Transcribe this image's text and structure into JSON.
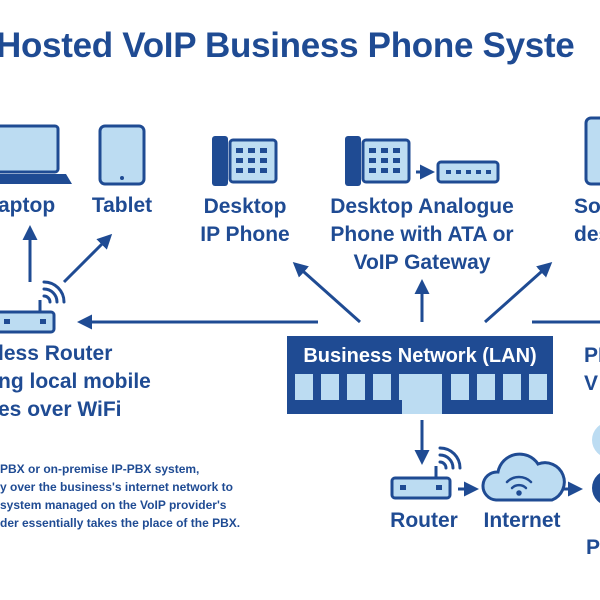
{
  "title": "Hosted VoIP Business Phone Syste",
  "labels": {
    "laptop": "aptop",
    "tablet": "Tablet",
    "desktop_ip_phone": "Desktop\nIP Phone",
    "analogue_phone": "Desktop Analogue\nPhone with ATA or\nVoIP Gateway",
    "softphone_partial": "So\ndesk",
    "wireless_router": "less Router\nng local mobile\nes over WiFi",
    "business_network": "Business Network (LAN)",
    "pbx_partial": "PI\nV",
    "router": "Router",
    "internet": "Internet",
    "provider_partial": "P"
  },
  "note": "PBX or on-premise IP-PBX system,\ny over the business's internet network to\nsystem managed on the VoIP provider's\nder essentially takes the place of the PBX.",
  "colors": {
    "primary": "#1f4b93",
    "light": "#bcdcf2",
    "white": "#ffffff"
  },
  "icons": [
    "laptop-icon",
    "tablet-icon",
    "desk-phone-icon",
    "ata-box-icon",
    "wireless-router-icon",
    "wifi-signal-icon",
    "router-icon",
    "cloud-icon",
    "server-icon"
  ]
}
